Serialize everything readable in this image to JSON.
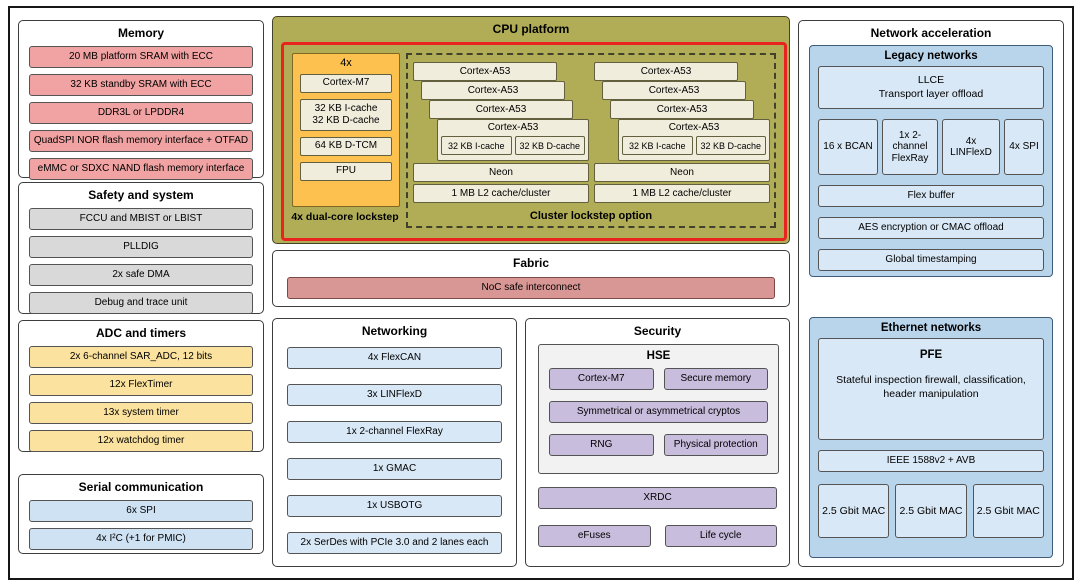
{
  "colors": {
    "memory_block": "#f1a3a3",
    "safety_block": "#d9d9d9",
    "timer_block": "#fbe39f",
    "serial_block": "#cfe2f4",
    "cpu_platform_bg": "#b1ad57",
    "lockstep_outline": "#e8241f",
    "m7_block": "#fcc14f",
    "core_block": "#f0eddc",
    "fabric_block": "#d89795",
    "security_block": "#c8bddc",
    "network_panel": "#b9d5ec",
    "network_block": "#d9e8f6"
  },
  "memory": {
    "title": "Memory",
    "items": [
      "20 MB platform SRAM with ECC",
      "32 KB standby SRAM with ECC",
      "DDR3L or LPDDR4",
      "QuadSPI NOR flash memory interface + OTFAD",
      "eMMC or SDXC NAND flash memory interface"
    ]
  },
  "safety": {
    "title": "Safety and system",
    "items": [
      "FCCU and MBIST or LBIST",
      "PLLDIG",
      "2x safe DMA",
      "Debug and trace unit"
    ]
  },
  "adc_timers": {
    "title": "ADC and timers",
    "items": [
      "2x 6-channel SAR_ADC, 12 bits",
      "12x FlexTimer",
      "13x system timer",
      "12x watchdog timer"
    ]
  },
  "serial": {
    "title": "Serial communication",
    "items": [
      "6x SPI",
      "4x I²C (+1 for PMIC)"
    ]
  },
  "cpu": {
    "title": "CPU platform",
    "m7": {
      "multiplier": "4x",
      "core": "Cortex-M7",
      "icache": "32 KB I-cache",
      "dcache": "32 KB D-cache",
      "tcm": "64 KB D-TCM",
      "fpu": "FPU",
      "caption": "4x dual-core lockstep"
    },
    "cluster": {
      "caption": "Cluster lockstep option",
      "core": "Cortex-A53",
      "icache": "32 KB I-cache",
      "dcache": "32 KB D-cache",
      "neon": "Neon",
      "l2": "1 MB L2 cache/cluster"
    }
  },
  "fabric": {
    "title": "Fabric",
    "noc": "NoC safe interconnect"
  },
  "networking": {
    "title": "Networking",
    "items": [
      "4x FlexCAN",
      "3x LINFlexD",
      "1x 2-channel FlexRay",
      "1x GMAC",
      "1x USBOTG",
      "2x SerDes with PCIe 3.0 and 2 lanes each"
    ]
  },
  "security": {
    "title": "Security",
    "hse_title": "HSE",
    "hse_core": "Cortex-M7",
    "hse_memory": "Secure memory",
    "hse_cryptos": "Symmetrical or asymmetrical cryptos",
    "hse_rng": "RNG",
    "hse_physical": "Physical protection",
    "xrdc": "XRDC",
    "efuses": "eFuses",
    "lifecycle": "Life cycle"
  },
  "network_acceleration": {
    "title": "Network acceleration",
    "legacy": {
      "title": "Legacy networks",
      "llce_title": "LLCE",
      "llce_subtitle": "Transport layer offload",
      "row": [
        "16 x BCAN",
        "1x 2-channel FlexRay",
        "4x LINFlexD",
        "4x SPI"
      ],
      "items": [
        "Flex buffer",
        "AES encryption or CMAC offload",
        "Global timestamping"
      ]
    },
    "ethernet": {
      "title": "Ethernet networks",
      "pfe_title": "PFE",
      "pfe_desc": "Stateful inspection firewall, classification, header manipulation",
      "ieee": "IEEE 1588v2 + AVB",
      "macs": [
        "2.5 Gbit MAC",
        "2.5 Gbit MAC",
        "2.5 Gbit MAC"
      ]
    }
  }
}
